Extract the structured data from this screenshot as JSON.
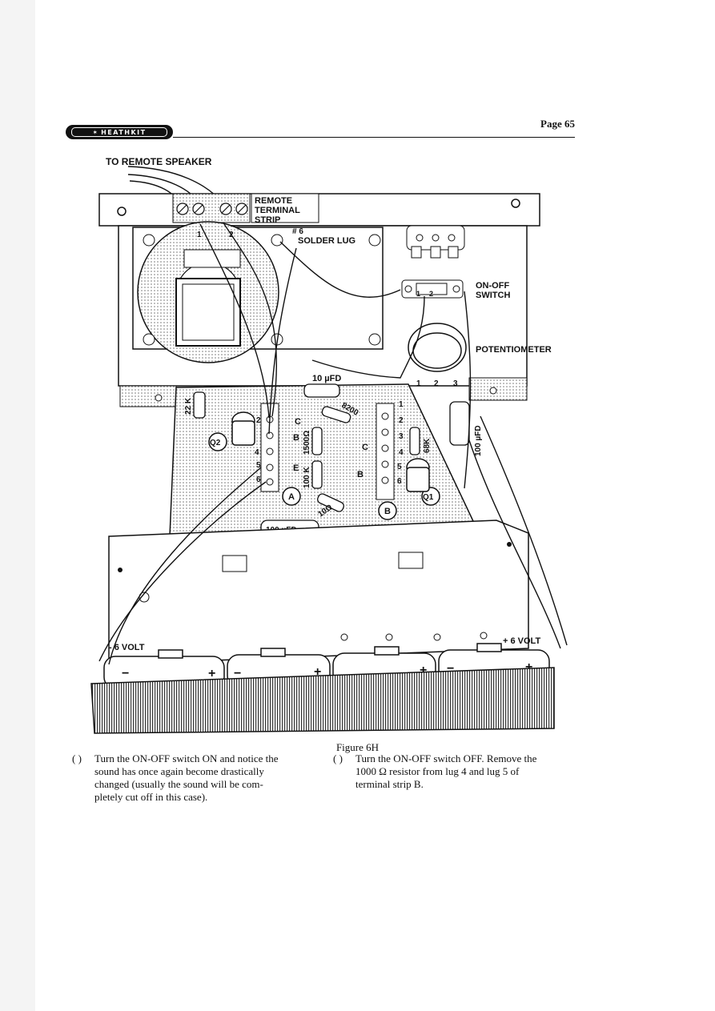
{
  "header": {
    "brand": "HEATHKIT",
    "page_label": "Page 65"
  },
  "figure": {
    "labels": {
      "to_remote_speaker": "TO REMOTE SPEAKER",
      "remote": "REMOTE",
      "terminal": "TERMINAL",
      "strip": "STRIP",
      "num6": "# 6",
      "solder_lug": "SOLDER LUG",
      "on_off": "ON-OFF",
      "switch": "SWITCH",
      "potentiometer": "POTENTIOMETER",
      "cap_10": "10 µFD",
      "res_22k": "22 K",
      "res_8200": "8200",
      "res_1500": "1500Ω",
      "res_100k": "100 K",
      "res_68k": "68K",
      "res_10": "10Ω",
      "cap_100_right": "100 µFD",
      "cap_100_bottom": "100 µFD",
      "q1": "Q1",
      "q2": "Q2",
      "strip_a": "A",
      "strip_b": "B",
      "neg_volt": "- 6 VOLT",
      "pos_volt": "+ 6 VOLT",
      "lug_1": "1",
      "lug_2": "2",
      "lug_3": "3",
      "lug_4": "4",
      "lug_5": "5",
      "lug_6": "6",
      "lug_c": "C",
      "lug_b": "B",
      "lug_e": "E",
      "plus": "+",
      "minus": "−"
    },
    "caption": "Figure 6H"
  },
  "steps": [
    {
      "checkbox": "( )",
      "lines": [
        "Turn the ON-OFF switch ON and notice the",
        "sound has once again become drastically",
        "changed (usually the sound will be com-",
        "pletely cut off in this case)."
      ]
    },
    {
      "checkbox": "( )",
      "lines": [
        "Turn the ON-OFF switch OFF. Remove the",
        "1000 Ω resistor from lug 4 and lug 5 of",
        "terminal strip B."
      ]
    }
  ]
}
